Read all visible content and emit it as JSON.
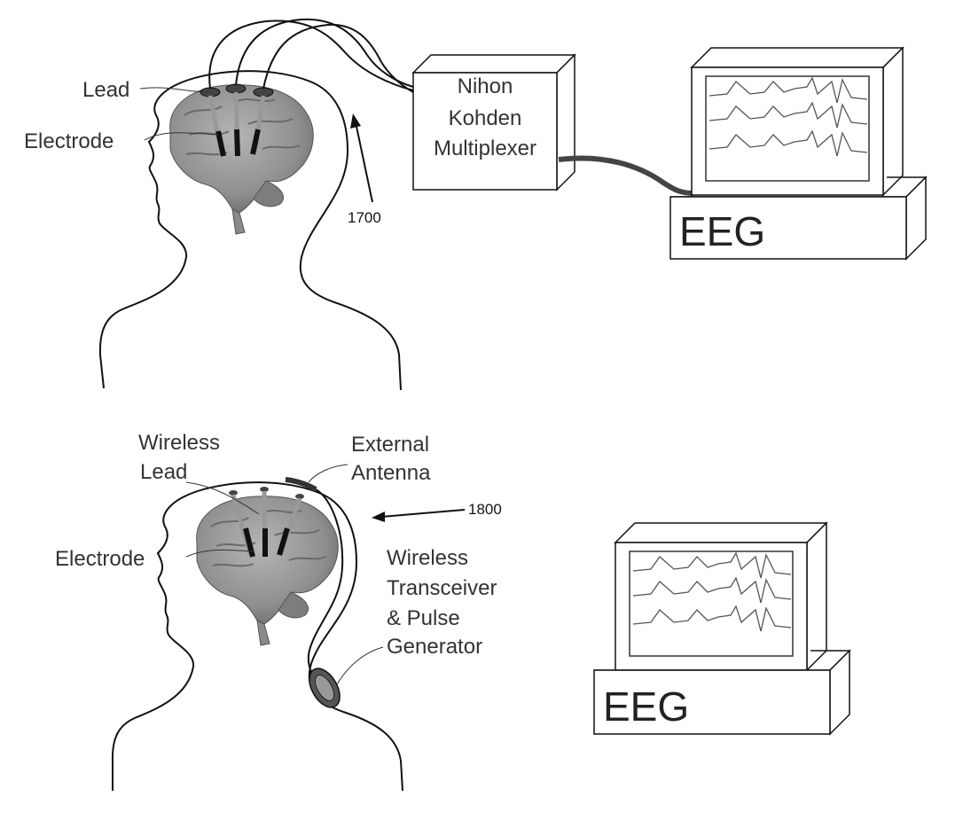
{
  "figure_top": {
    "ref_number": "1700",
    "labels": {
      "lead": "Lead",
      "electrode": "Electrode"
    },
    "multiplexer": {
      "line1": "Nihon",
      "line2": "Kohden",
      "line3": "Multiplexer"
    },
    "monitor_label": "EEG"
  },
  "figure_bottom": {
    "ref_number": "1800",
    "labels": {
      "wireless_lead_line1": "Wireless",
      "wireless_lead_line2": "Lead",
      "external_antenna_line1": "External",
      "external_antenna_line2": "Antenna",
      "electrode": "Electrode",
      "transceiver_line1": "Wireless",
      "transceiver_line2": "Transceiver",
      "transceiver_line3": "& Pulse",
      "transceiver_line4": "Generator"
    },
    "monitor_label": "EEG"
  },
  "colors": {
    "line": "#111111",
    "brain": "#9a9a9a",
    "brain_dark": "#6f6f6f",
    "screen_wave": "#555555"
  }
}
